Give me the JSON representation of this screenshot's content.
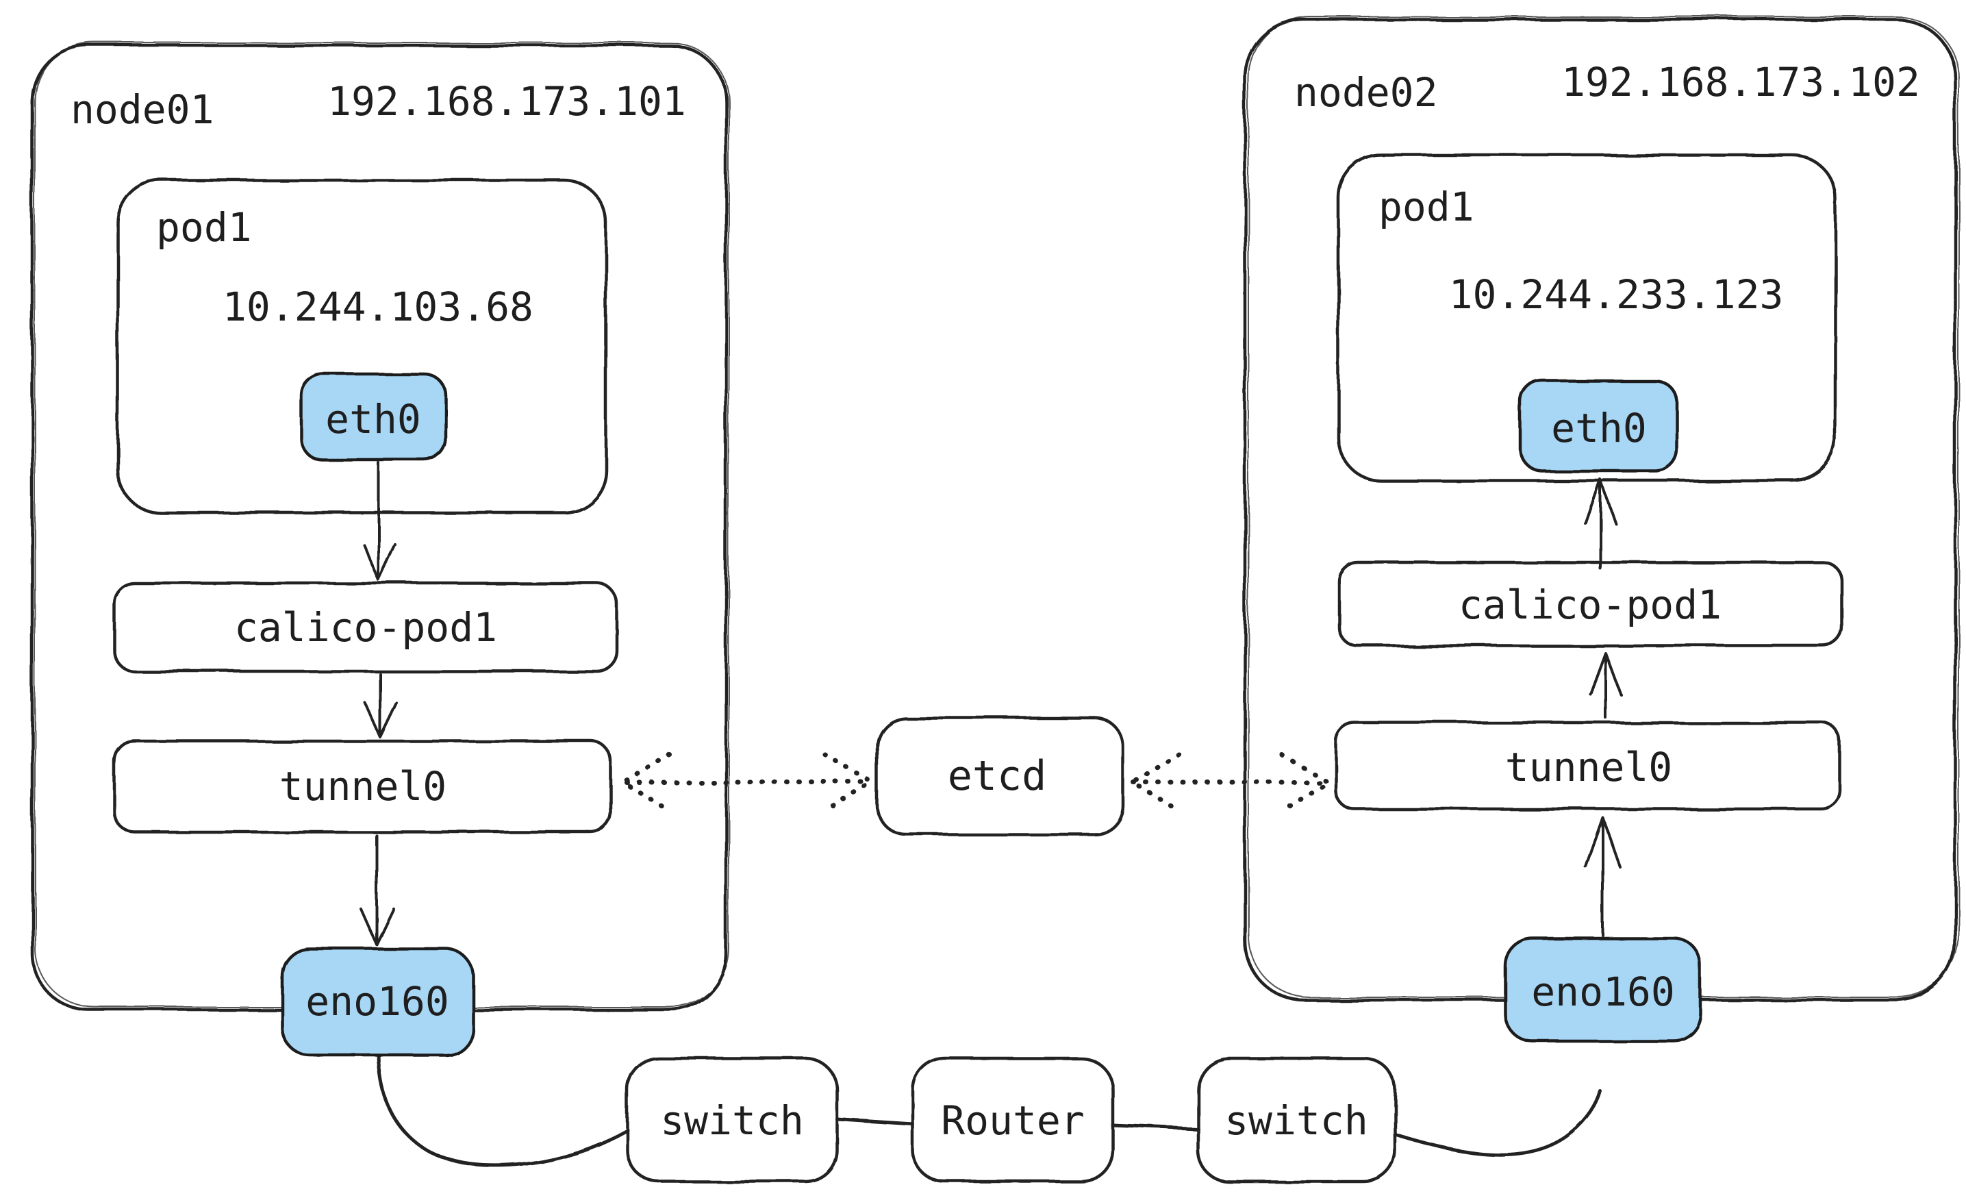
{
  "diagram": {
    "colors": {
      "interface_fill": "#a8d7f6",
      "stroke": "#212121",
      "background": "#ffffff"
    },
    "node01": {
      "title": "node01",
      "ip": "192.168.173.101",
      "pod": {
        "title": "pod1",
        "ip": "10.244.103.68",
        "eth": "eth0"
      },
      "calico": "calico-pod1",
      "tunnel": "tunnel0",
      "nic": "eno160"
    },
    "node02": {
      "title": "node02",
      "ip": "192.168.173.102",
      "pod": {
        "title": "pod1",
        "ip": "10.244.233.123",
        "eth": "eth0"
      },
      "calico": "calico-pod1",
      "tunnel": "tunnel0",
      "nic": "eno160"
    },
    "etcd": {
      "label": "etcd"
    },
    "network": {
      "switch_left": "switch",
      "router": "Router",
      "switch_right": "switch"
    }
  }
}
